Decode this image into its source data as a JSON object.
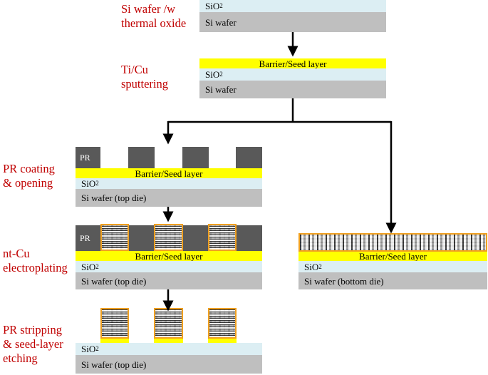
{
  "steps": {
    "step1": "Si wafer /w\nthermal oxide",
    "step2": "Ti/Cu\nsputtering",
    "step3": "PR coating\n& opening",
    "step4": "nt-Cu\nelectroplating",
    "step5": "PR stripping\n& seed-layer\netching"
  },
  "layers": {
    "sio2_base": "SiO",
    "sio2_sub": "2",
    "si_wafer": "Si wafer",
    "seed": "Barrier/Seed layer",
    "si_top_die": "Si wafer (top die)",
    "si_bottom_die": "Si wafer (bottom die)",
    "pr": "PR"
  },
  "colors": {
    "step_text": "#c00000",
    "sio2": "#dceef3",
    "si": "#bfbfbf",
    "seed": "#ffff00",
    "pr": "#595959",
    "cu_border": "#f0a020",
    "arrow": "#000000"
  }
}
